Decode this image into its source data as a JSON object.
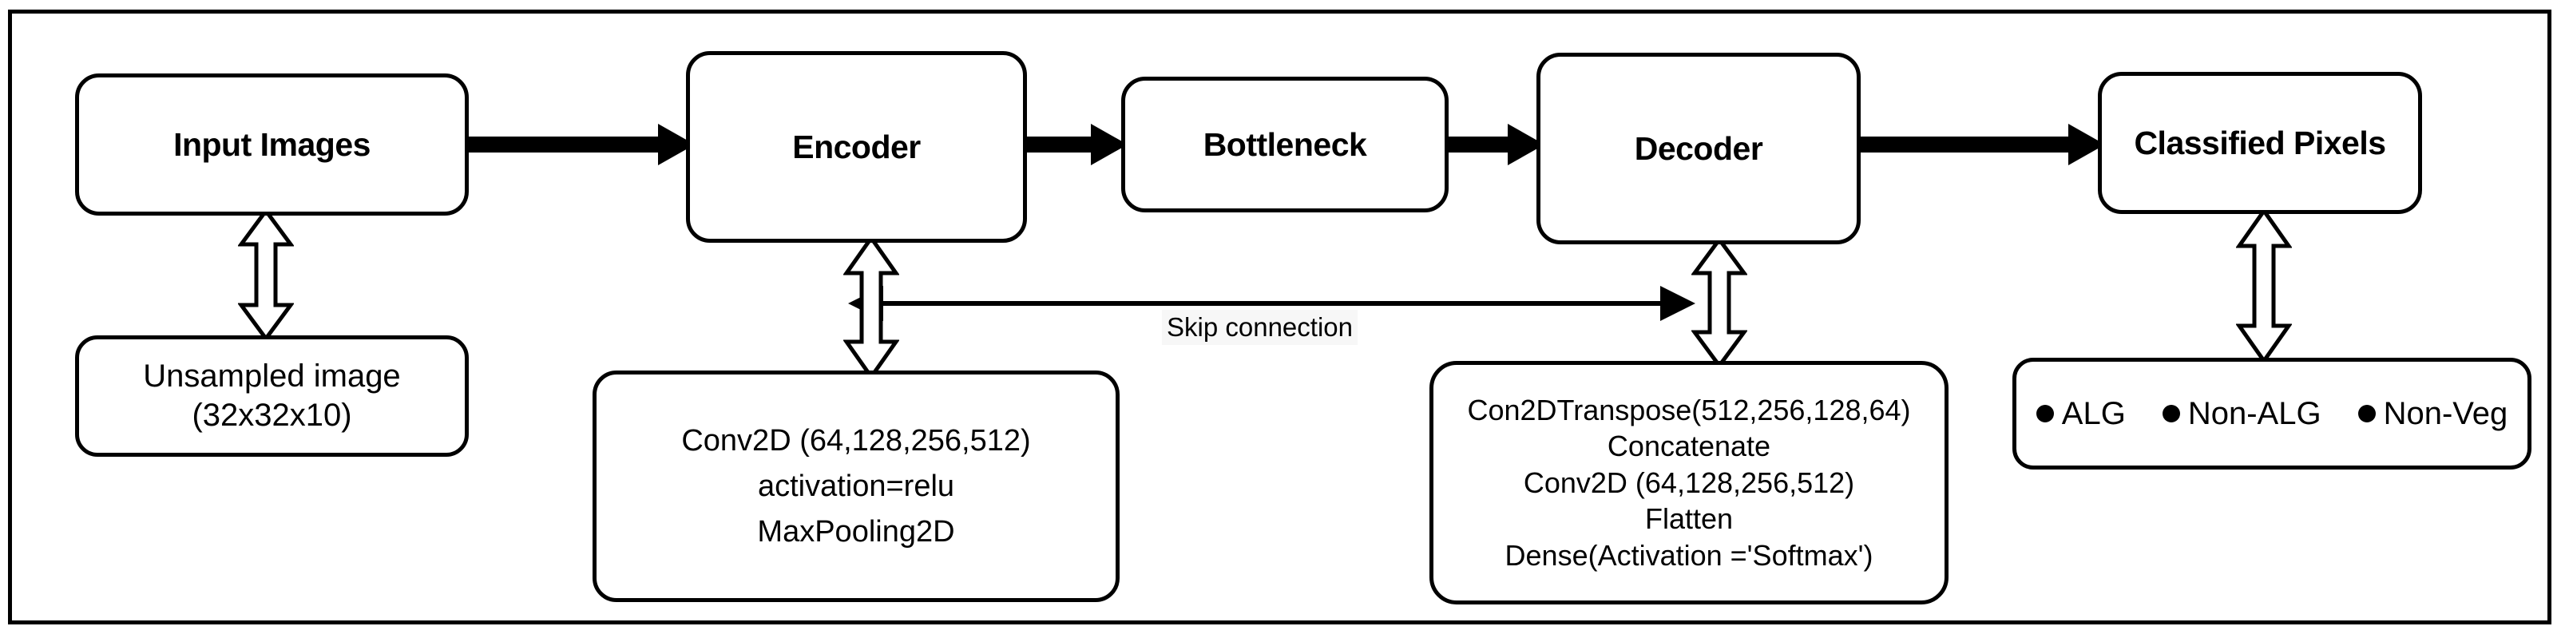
{
  "diagram": {
    "title": "U-Net style encoder-decoder segmentation architecture",
    "colors": {
      "stroke": "#000000",
      "fill": "#ffffff",
      "label_background": "#f7f7f7"
    },
    "nodes": {
      "input_images": {
        "label": "Input Images"
      },
      "encoder": {
        "label": "Encoder"
      },
      "bottleneck": {
        "label": "Bottleneck"
      },
      "decoder": {
        "label": "Decoder"
      },
      "classified_pixels": {
        "label": "Classified Pixels"
      },
      "unsampled_image": {
        "lines": [
          "Unsampled image",
          "(32x32x10)"
        ]
      },
      "encoder_detail": {
        "lines": [
          "Conv2D (64,128,256,512)",
          "activation=relu",
          "MaxPooling2D"
        ]
      },
      "decoder_detail": {
        "lines": [
          "Con2DTranspose(512,256,128,64)",
          "Concatenate",
          "Conv2D (64,128,256,512)",
          "Flatten",
          "Dense(Activation ='Softmax')"
        ]
      }
    },
    "legend": {
      "items": [
        {
          "label": "ALG"
        },
        {
          "label": "Non-ALG"
        },
        {
          "label": "Non-Veg"
        }
      ]
    },
    "edges": {
      "skip_connection": {
        "label": "Skip connection"
      }
    }
  }
}
